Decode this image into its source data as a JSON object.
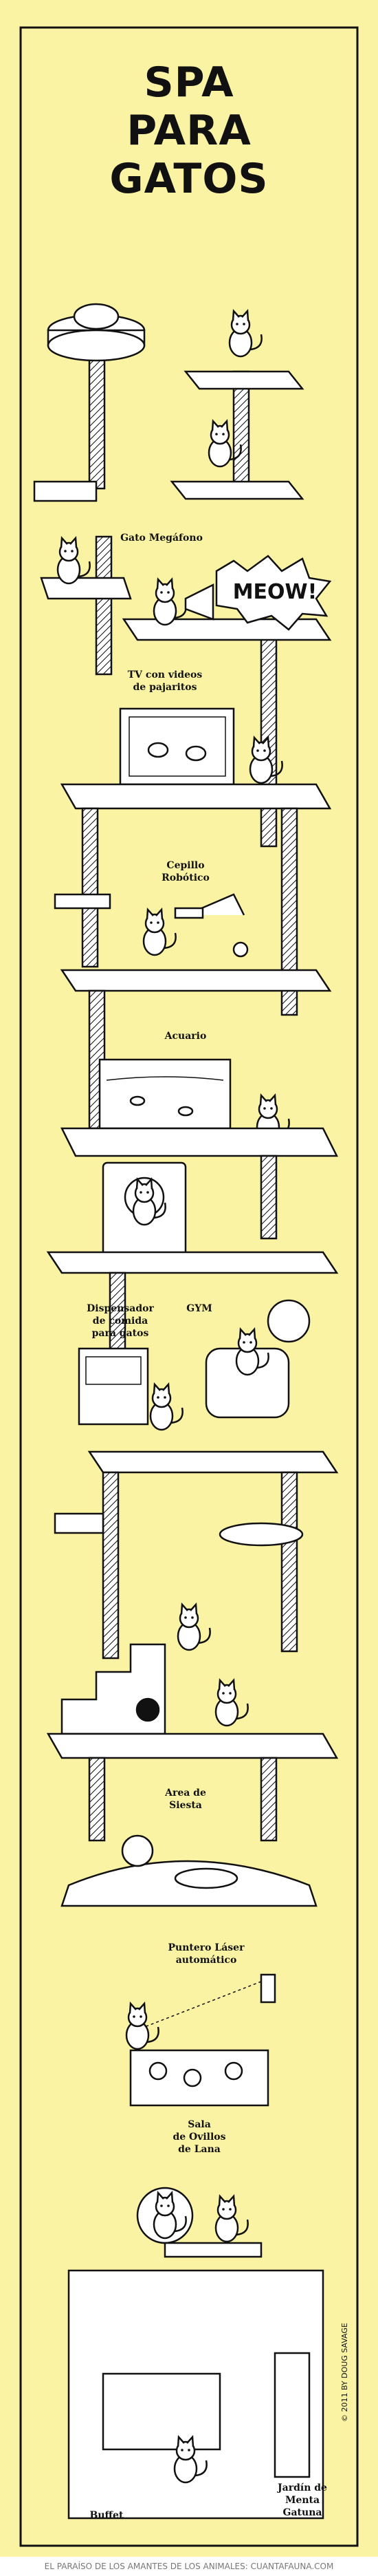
{
  "title": [
    "SPA",
    "PARA",
    "GATOS"
  ],
  "labels": {
    "megaphone_cat": "Gato Megáfono",
    "meow": "MEOW!",
    "tv_line1": "TV con videos",
    "tv_line2": "de pajaritos",
    "brush_line1": "Cepillo",
    "brush_line2": "Robótico",
    "aquarium": "Acuario",
    "feeder_line1": "Dispensador",
    "feeder_line2": "de comida",
    "feeder_line3": "para gatos",
    "gym": "GYM",
    "nap_line1": "Area de",
    "nap_line2": "Siesta",
    "laser_line1": "Puntero Láser",
    "laser_line2": "automático",
    "yarn_line1": "Sala",
    "yarn_line2": "de Ovillos",
    "yarn_line3": "de Lana",
    "buffet": "Buffet",
    "catnip_line1": "Jardín de",
    "catnip_line2": "Menta",
    "catnip_line3": "Gatuna",
    "signature": "© 2011 BY DOUG SAVAGE"
  },
  "footer": {
    "left": "EL PARAÍSO DE LOS AMANTES DE LOS ANIMALES:",
    "right": "CUANTAFAUNA.COM"
  },
  "colors": {
    "paper": "#fbf3a4",
    "ink": "#111111",
    "footer_text": "#777777"
  }
}
